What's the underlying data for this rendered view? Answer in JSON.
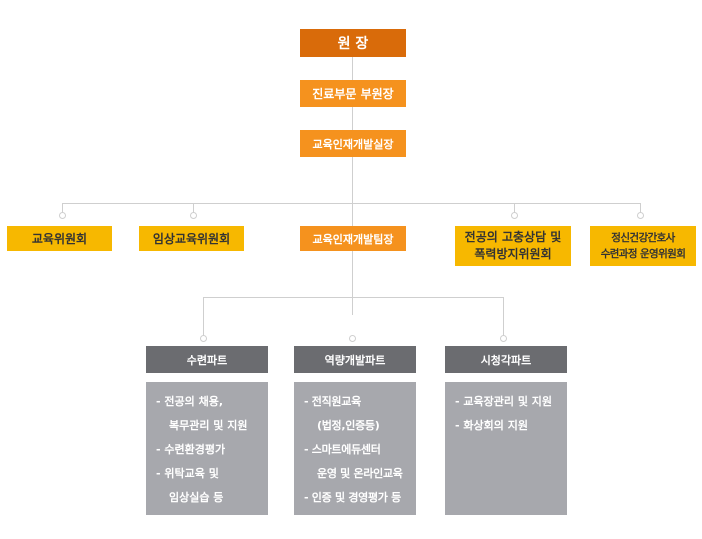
{
  "top": {
    "director": "원 장",
    "vice_director": "진료부문 부원장",
    "office": "교육인재개발실장"
  },
  "committees": [
    {
      "label": "교육위원회"
    },
    {
      "label": "임상교육위원회"
    },
    {
      "label": "교육인재개발팀장"
    },
    {
      "label_line1": "전공의 고충상담 및",
      "label_line2": "폭력방지위원회"
    },
    {
      "label_line1": "정신건강간호사",
      "label_line2": "수련과정 운영위원회"
    }
  ],
  "parts": [
    {
      "title": "수련파트",
      "items": [
        "- 전공의 채용,",
        "복무관리 및 지원",
        "- 수련환경평가",
        "- 위탁교육 및",
        "임상실습 등"
      ]
    },
    {
      "title": "역량개발파트",
      "items": [
        "- 전직원교육",
        "(법정,인증등)",
        "- 스마트에듀센터",
        "운영 및 온라인교육",
        "- 인증 및 경영평가 등"
      ]
    },
    {
      "title": "시청각파트",
      "items": [
        "- 교육장관리 및 지원",
        "- 화상회의 지원"
      ]
    }
  ]
}
